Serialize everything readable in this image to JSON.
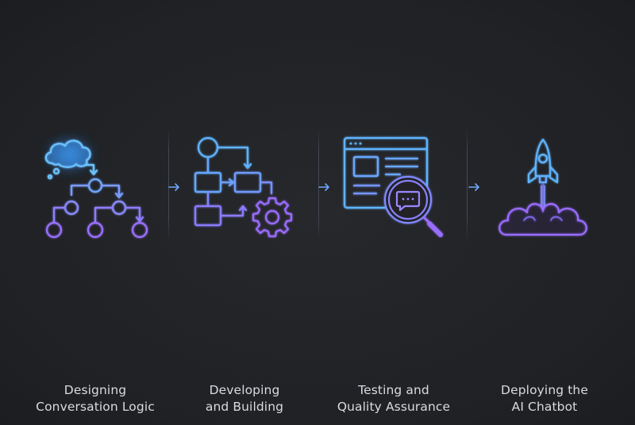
{
  "colors": {
    "background": "#222428",
    "icon_blue": "#5fb4ff",
    "icon_violet": "#9b6cff",
    "text": "#d9dbe0",
    "divider": "#464c58"
  },
  "stages": [
    {
      "icon": "flowchart-thought-cloud-icon",
      "line1": "Designing",
      "line2": "Conversation Logic"
    },
    {
      "icon": "workflow-gear-icon",
      "line1": "Developing",
      "line2": "and Building"
    },
    {
      "icon": "browser-magnifier-chat-icon",
      "line1": "Testing and",
      "line2": "Quality Assurance"
    },
    {
      "icon": "rocket-launch-icon",
      "line1": "Deploying the",
      "line2": "AI Chatbot"
    }
  ]
}
